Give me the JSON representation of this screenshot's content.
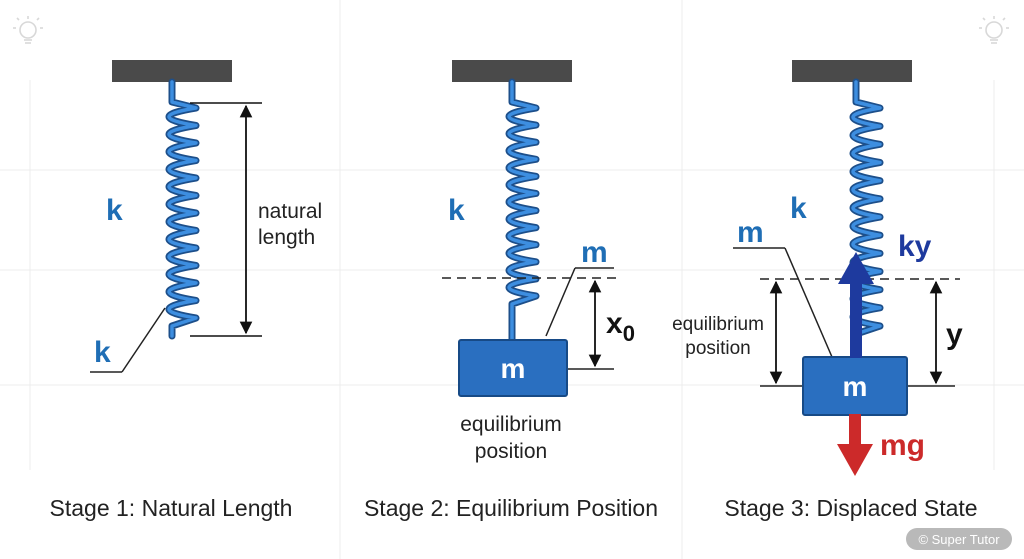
{
  "colors": {
    "spring": "#2a6fc0",
    "block": "#2a6fc0",
    "ceiling": "#4a4a4a",
    "label_blue": "#1f6eb5",
    "force_up": "#1e3a9e",
    "force_down": "#cc2a2a"
  },
  "stage1": {
    "spring_label": "k",
    "pointer_label": "k",
    "dimension_label_line1": "natural",
    "dimension_label_line2": "length",
    "caption": "Stage 1: Natural Length"
  },
  "stage2": {
    "spring_label": "k",
    "pointer_label": "m",
    "block_label": "m",
    "displacement_label": "x",
    "displacement_subscript": "0",
    "position_label_line1": "equilibrium",
    "position_label_line2": "position",
    "caption": "Stage 2: Equilibrium Position"
  },
  "stage3": {
    "spring_label": "k",
    "pointer_label": "m",
    "block_label": "m",
    "spring_force_label": "ky",
    "weight_label": "mg",
    "displacement_label": "y",
    "position_label_line1": "equilibrium",
    "position_label_line2": "position",
    "caption": "Stage 3: Displaced State"
  },
  "watermark": "© Super Tutor",
  "icons": [
    "lightbulb-icon",
    "lightbulb-icon"
  ]
}
